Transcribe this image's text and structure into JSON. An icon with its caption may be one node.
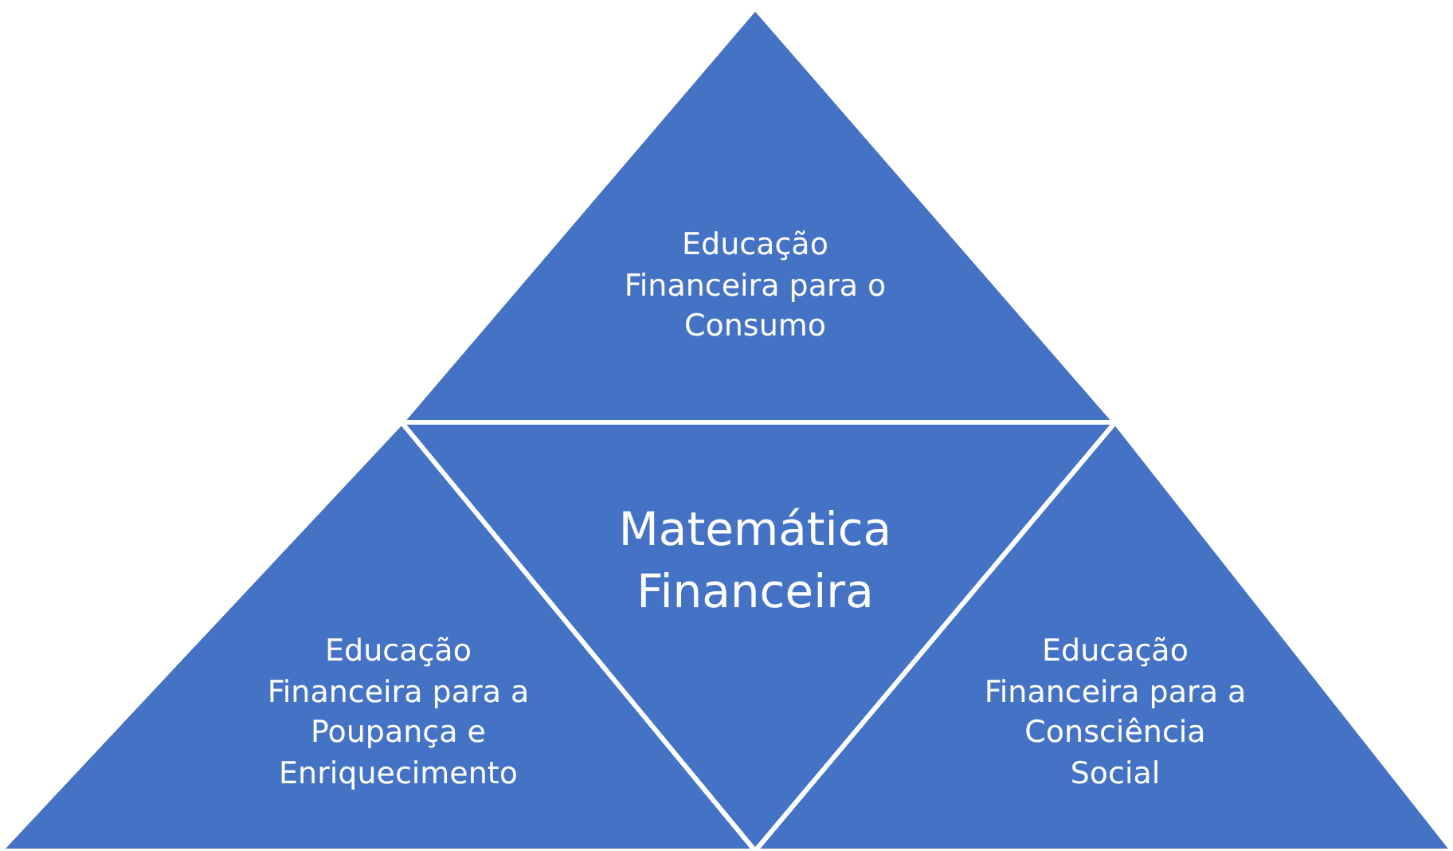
{
  "diagram": {
    "nodes": [
      {
        "text": [
          "Educação Financeira para o Consumo"
        ]
      },
      {
        "text": [
          "Matemática Financeira"
        ]
      },
      {
        "text": [
          "Educação Financeira para a Poupança e Enriquecimento"
        ]
      },
      {
        "text": [
          "Educação Financeira para a Consciência Social"
        ]
      }
    ]
  }
}
